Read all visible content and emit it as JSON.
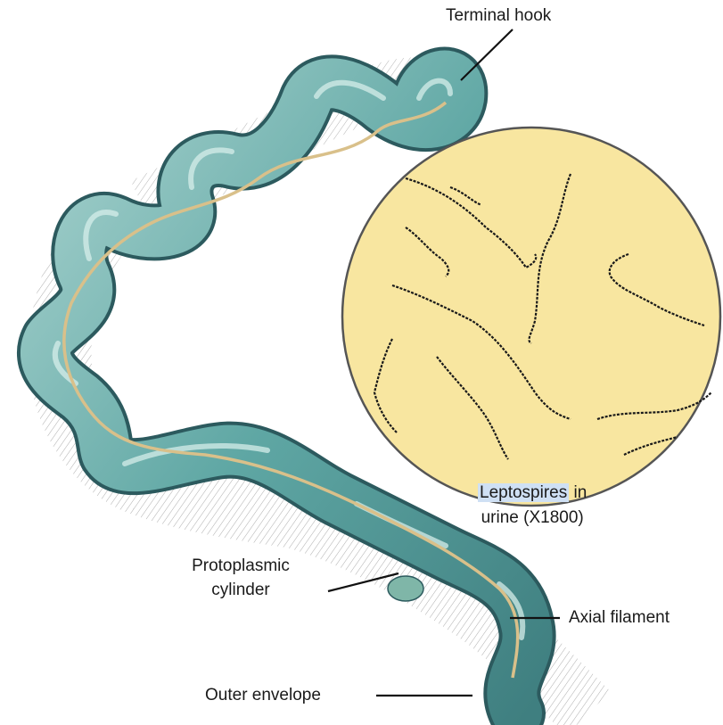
{
  "labels": {
    "terminal_hook": "Terminal hook",
    "protoplasmic_line1": "Protoplasmic",
    "protoplasmic_line2": "cylinder",
    "axial_filament": "Axial filament",
    "outer_envelope": "Outer envelope",
    "inset_caption_highlight": "Leptospires",
    "inset_caption_rest": " in",
    "inset_caption_line2": "urine (X1800)"
  },
  "colors": {
    "body_fill": "#5fa7a4",
    "body_edge": "#2c5a5e",
    "highlight": "#c9e6e1",
    "filament": "#d9c08a",
    "inset_fill": "#f8e6a0",
    "inset_edge": "#555555",
    "caption_highlight": "#cfe0f4",
    "leader": "#111111"
  },
  "icons": [
    "leptospira-spiral-body",
    "microscope-field-circle"
  ]
}
